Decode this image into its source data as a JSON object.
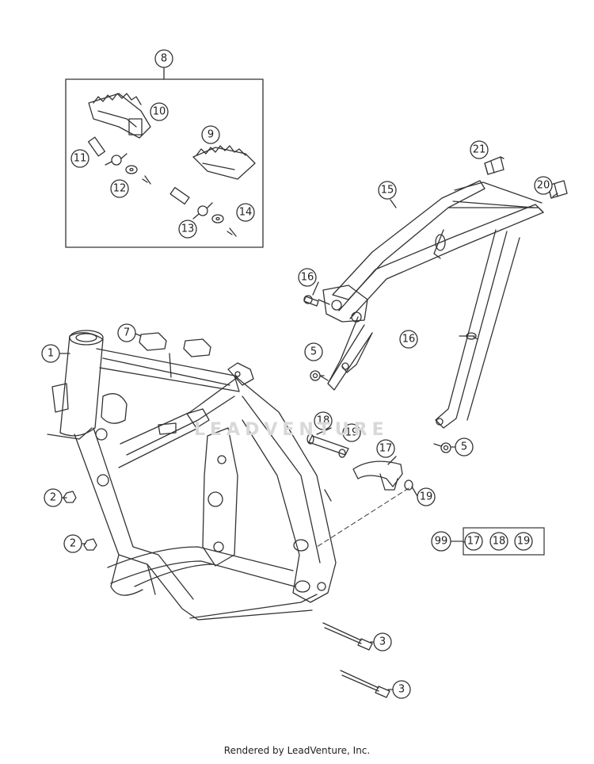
{
  "callouts": {
    "c1": "1",
    "c2a": "2",
    "c2b": "2",
    "c3a": "3",
    "c3b": "3",
    "c5a": "5",
    "c5b": "5",
    "c7": "7",
    "c8": "8",
    "c9": "9",
    "c10": "10",
    "c11": "11",
    "c12": "12",
    "c13": "13",
    "c14": "14",
    "c15": "15",
    "c16a": "16",
    "c16b": "16",
    "c17a": "17",
    "c18a": "18",
    "c19a": "19",
    "c19b": "19",
    "c20": "20",
    "c21": "21",
    "k99": "99",
    "k17": "17",
    "k18": "18",
    "k19": "19"
  },
  "watermark": "LEADVENTURE",
  "footer": "Rendered by LeadVenture, Inc."
}
